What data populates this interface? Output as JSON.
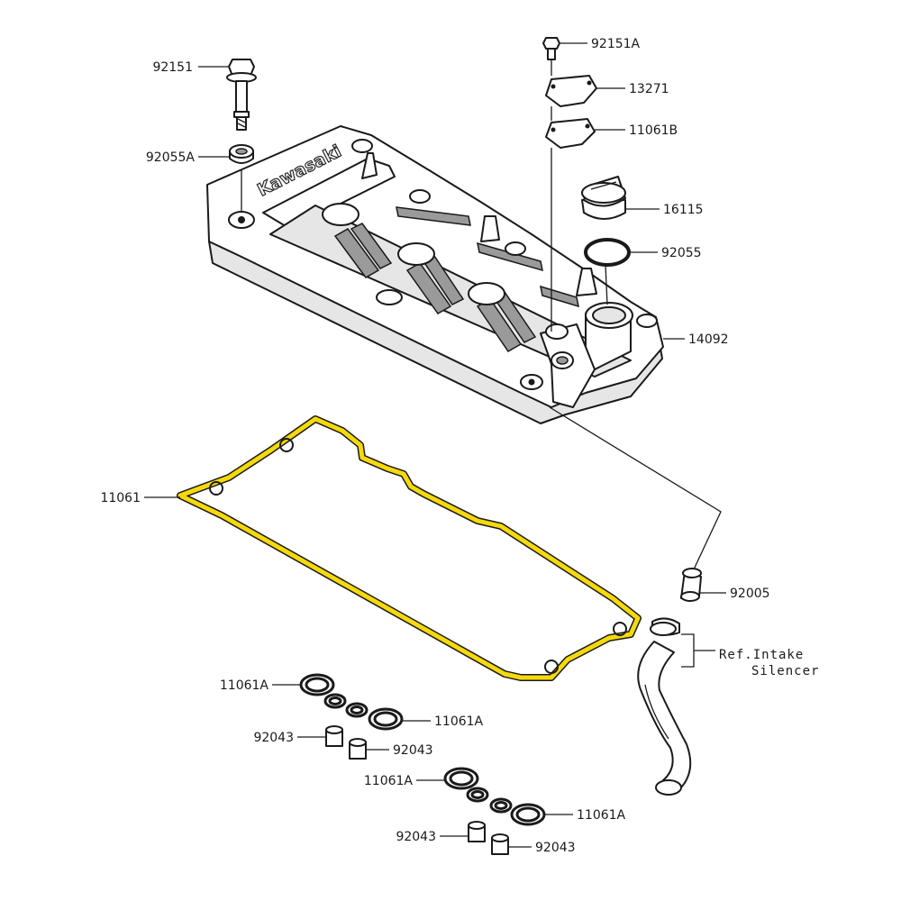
{
  "labels": {
    "bolt_top_left": "92151",
    "washer_left": "92055A",
    "bolt_top_right": "92151A",
    "cap_plate": "13271",
    "cap_gasket": "11061B",
    "filler_cap": "16115",
    "o_ring": "92055",
    "cover": "14092",
    "gasket": "11061",
    "hose_joint": "92005",
    "ref_line1": "Ref.Intake",
    "ref_line2": "Silencer",
    "seal_a1": "11061A",
    "seal_a2": "11061A",
    "seal_a3": "11061A",
    "seal_a4": "11061A",
    "dowel_1": "92043",
    "dowel_2": "92043",
    "dowel_3": "92043",
    "dowel_4": "92043"
  },
  "logo_text": "Kawasaki",
  "colors": {
    "highlight": "#f5d90a",
    "line": "#1a1a1a"
  }
}
